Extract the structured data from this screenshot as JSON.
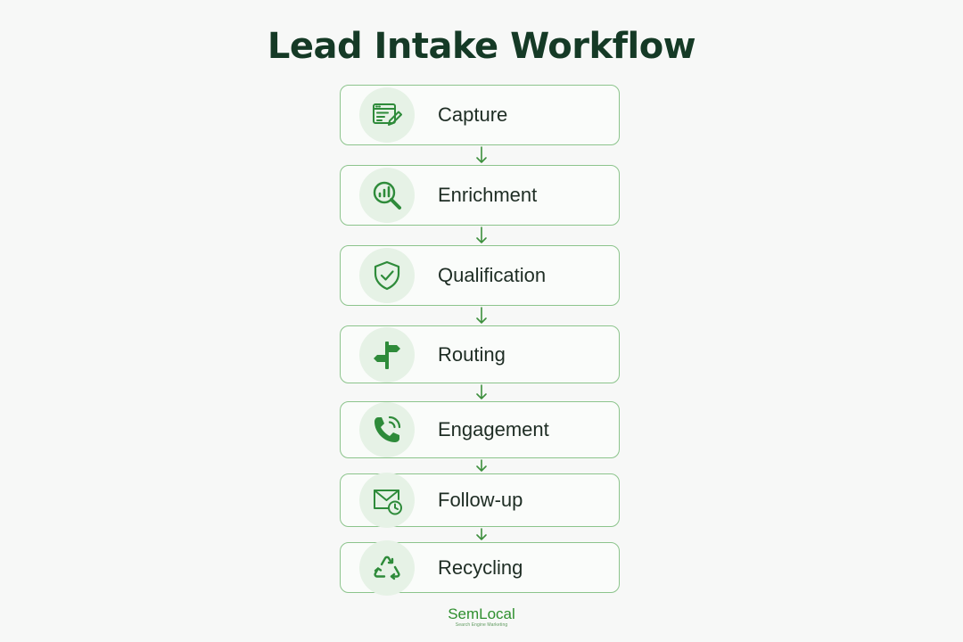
{
  "diagram": {
    "title": "Lead Intake Workflow",
    "stages": [
      {
        "label": "Capture",
        "icon": "web-form-pencil-icon"
      },
      {
        "label": "Enrichment",
        "icon": "magnifier-chart-icon"
      },
      {
        "label": "Qualification",
        "icon": "shield-check-icon"
      },
      {
        "label": "Routing",
        "icon": "signpost-icon"
      },
      {
        "label": "Engagement",
        "icon": "phone-call-icon"
      },
      {
        "label": "Follow-up",
        "icon": "envelope-clock-icon"
      },
      {
        "label": "Recycling",
        "icon": "recycle-icon"
      }
    ]
  },
  "brand": {
    "name": "SemLocal",
    "tagline": "Search Engine Marketing"
  },
  "colors": {
    "accent": "#2e8b3a",
    "title": "#153a26",
    "border": "#8cc48c",
    "icon_bg": "#e6f2e6"
  }
}
